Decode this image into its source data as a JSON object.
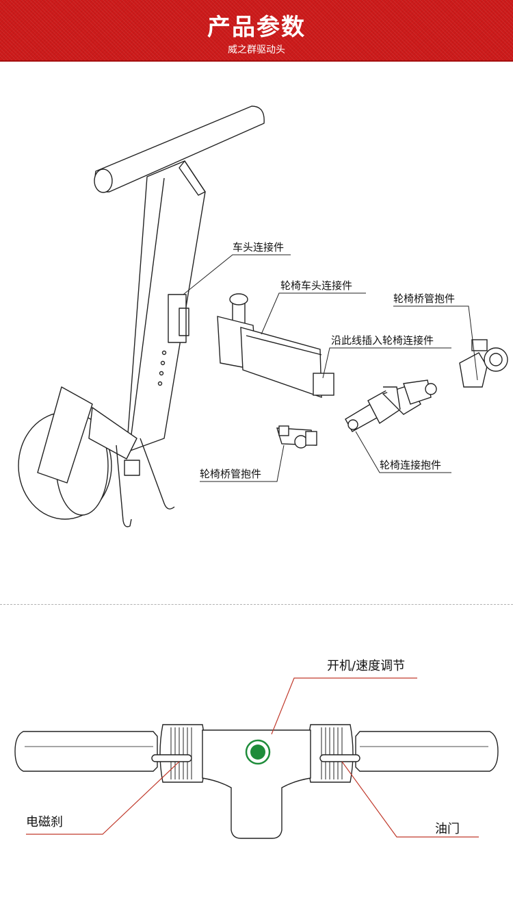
{
  "header": {
    "title": "产品参数",
    "subtitle": "威之群驱动头"
  },
  "exploded_view": {
    "labels": {
      "head_connector": "车头连接件",
      "wheelchair_head_connector": "轮椅车头连接件",
      "insert_line": "沿此线插入轮椅连接件",
      "bridge_clamp_top": "轮椅桥管抱件",
      "bridge_clamp_left": "轮椅桥管抱件",
      "connect_clamp": "轮椅连接抱件"
    }
  },
  "handlebar_view": {
    "labels": {
      "power_speed": "开机/速度调节",
      "brake": "电磁刹",
      "throttle": "油门"
    },
    "colors": {
      "leader_line": "#c0392b",
      "logo_green": "#1e8c3a"
    }
  }
}
